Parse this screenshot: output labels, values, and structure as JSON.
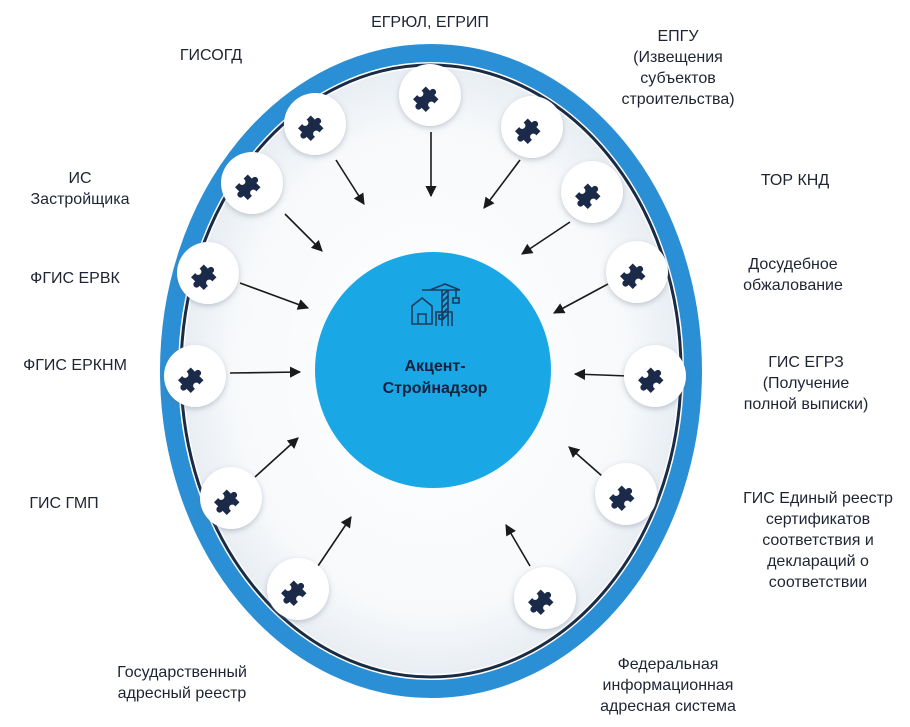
{
  "center": {
    "title_lines": [
      "Акцент-",
      "Стройнадзор"
    ],
    "icon": "crane-building-icon"
  },
  "node_icon": "puzzle-piece-icon",
  "colors": {
    "ring_outer": "#2b8fd6",
    "ring_inner": "#1a2b44",
    "center_fill": "#1aa7e6",
    "node_fill": "#ffffff",
    "arrow": "#1a1a1a",
    "icon": "#1c2a4a"
  },
  "sources": [
    {
      "id": "egryul",
      "lines": [
        "ЕГРЮЛ, ЕГРИП"
      ]
    },
    {
      "id": "epgu",
      "lines": [
        "ЕПГУ",
        "(Извещения",
        "субъектов",
        "строительства)"
      ]
    },
    {
      "id": "tor-knd",
      "lines": [
        "ТОР КНД"
      ]
    },
    {
      "id": "dosudebnoe",
      "lines": [
        "Досудебное",
        "обжалование"
      ]
    },
    {
      "id": "gis-egrz",
      "lines": [
        "ГИС ЕГРЗ",
        "(Получение",
        "полной выписки)"
      ]
    },
    {
      "id": "gis-reestr",
      "lines": [
        "ГИС Единый реестр",
        "сертификатов",
        "соответствия и",
        "деклараций о",
        "соответствии"
      ]
    },
    {
      "id": "fias",
      "lines": [
        "Федеральная",
        "информационная",
        "адресная система"
      ]
    },
    {
      "id": "gar",
      "lines": [
        "Государственный",
        "адресный реестр"
      ]
    },
    {
      "id": "gis-gmp",
      "lines": [
        "ГИС ГМП"
      ]
    },
    {
      "id": "fgis-erknm",
      "lines": [
        "ФГИС ЕРКНМ"
      ]
    },
    {
      "id": "fgis-ervk",
      "lines": [
        "ФГИС ЕРВК"
      ]
    },
    {
      "id": "is-zastr",
      "lines": [
        "ИС",
        "Застройщика"
      ]
    },
    {
      "id": "gisogd",
      "lines": [
        "ГИСОГД"
      ]
    }
  ]
}
